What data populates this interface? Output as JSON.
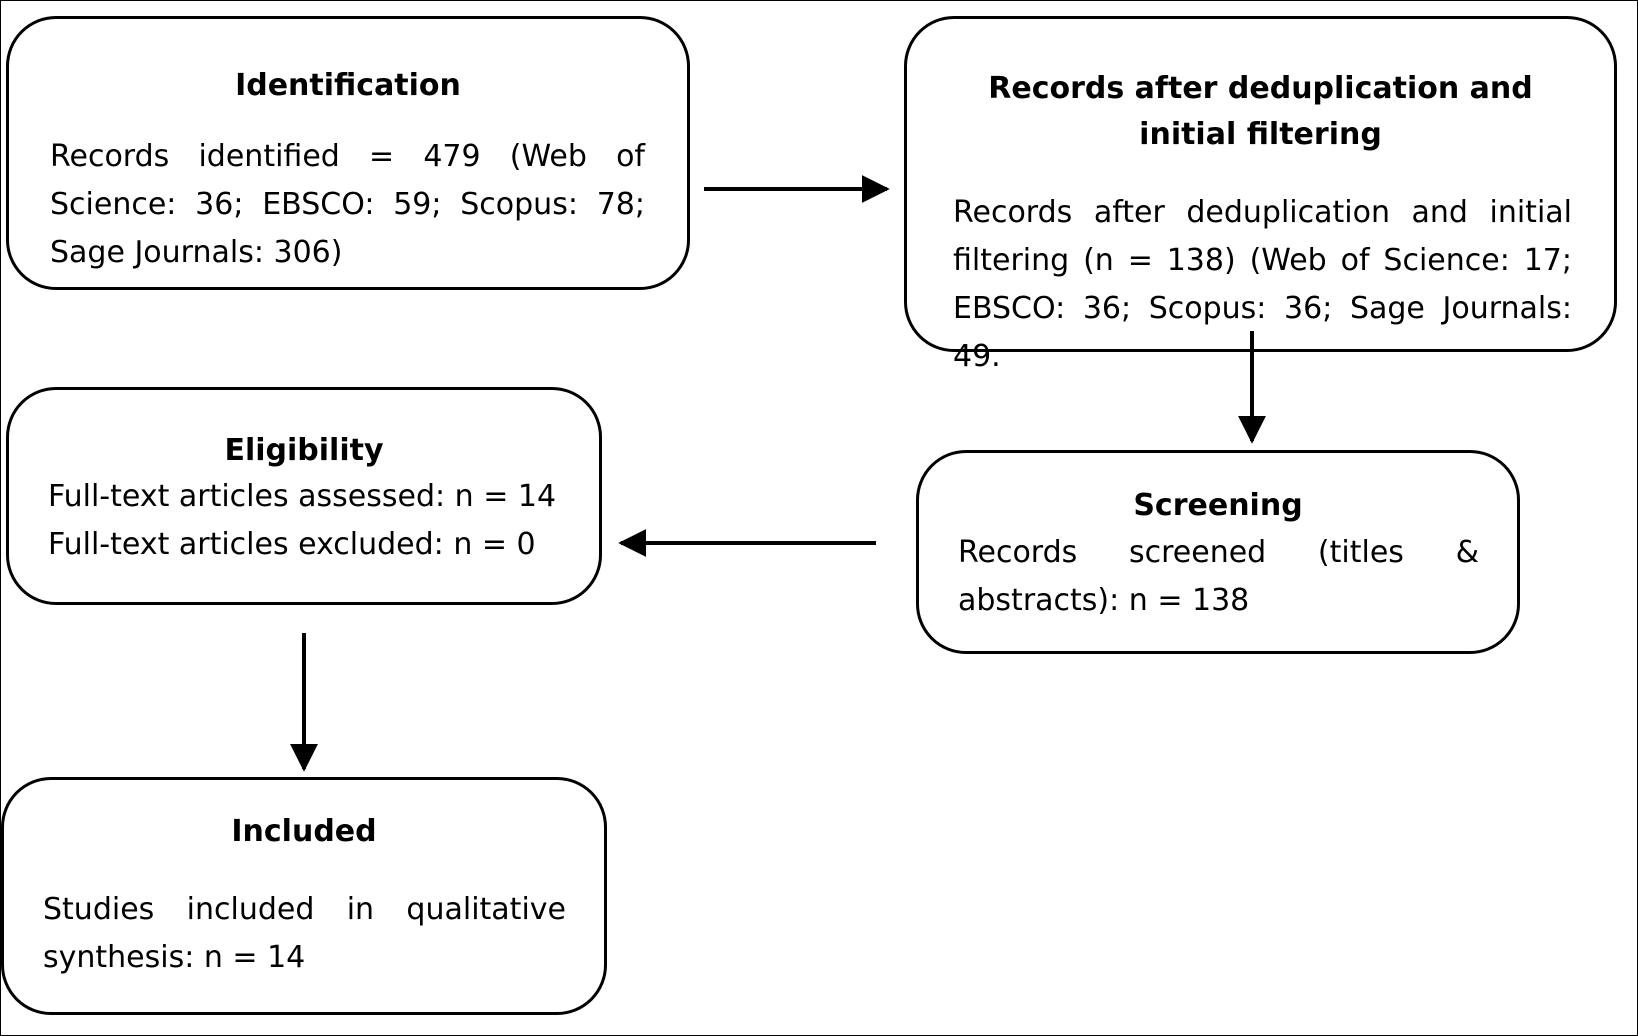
{
  "identification": {
    "title": "Identification",
    "text": "Records identified = 479 (Web of Science: 36; EBSCO: 59; Scopus: 78; Sage Journals: 306)"
  },
  "deduplication": {
    "title": "Records after deduplication and initial filtering",
    "text": "Records after deduplication and initial filtering (n = 138) (Web of Science: 17; EBSCO: 36; Scopus: 36; Sage Journals: 49."
  },
  "screening": {
    "title": "Screening",
    "text": "Records screened (titles & abstracts): n = 138"
  },
  "eligibility": {
    "title": "Eligibility",
    "line1": "Full-text articles assessed: n = 14",
    "line2": "Full-text articles excluded: n = 0"
  },
  "included": {
    "title": "Included",
    "text": "Studies included in qualitative synthesis: n = 14"
  }
}
